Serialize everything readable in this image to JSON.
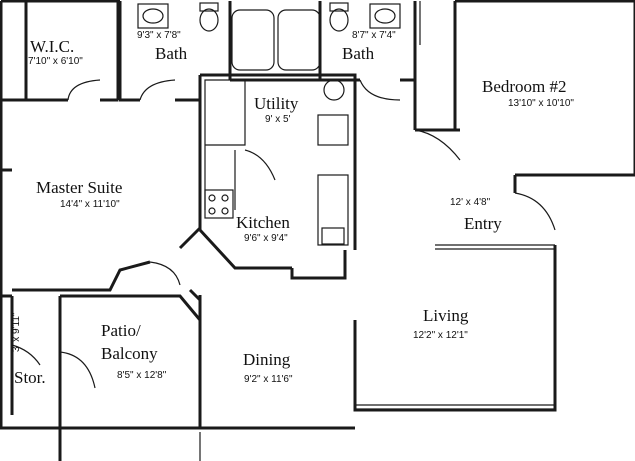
{
  "floor_plan": {
    "rooms": [
      {
        "id": "wic",
        "name": "W.I.C.",
        "dims": "7'10\" x 6'10\""
      },
      {
        "id": "bath1",
        "name": "Bath",
        "dims": "9'3\" x 7'8\""
      },
      {
        "id": "bath2",
        "name": "Bath",
        "dims": "8'7\" x 7'4\""
      },
      {
        "id": "bedroom2",
        "name": "Bedroom #2",
        "dims": "13'10\" x 10'10\""
      },
      {
        "id": "utility",
        "name": "Utility",
        "dims": "9' x 5'"
      },
      {
        "id": "master",
        "name": "Master Suite",
        "dims": "14'4\" x 11'10\""
      },
      {
        "id": "kitchen",
        "name": "Kitchen",
        "dims": "9'6\" x 9'4\""
      },
      {
        "id": "entry",
        "name": "Entry",
        "dims": "12' x 4'8\""
      },
      {
        "id": "patio",
        "name_line1": "Patio/",
        "name_line2": "Balcony",
        "dims": "8'5\" x 12'8\""
      },
      {
        "id": "storage",
        "name": "Stor.",
        "dims": "3' x 9'11\""
      },
      {
        "id": "dining",
        "name": "Dining",
        "dims": "9'2\" x 11'6\""
      },
      {
        "id": "living",
        "name": "Living",
        "dims": "12'2\" x 12'1\""
      }
    ]
  }
}
